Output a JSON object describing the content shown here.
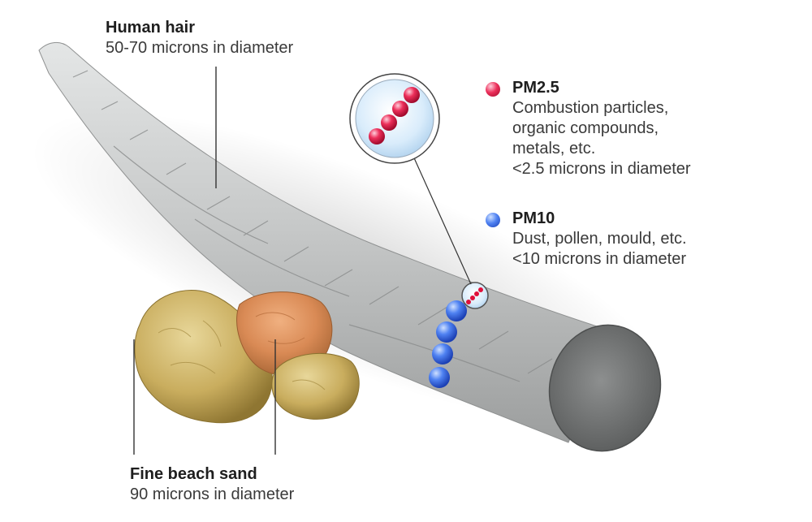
{
  "hair": {
    "title": "Human hair",
    "desc": "50-70 microns in diameter"
  },
  "pm25": {
    "title": "PM2.5",
    "lines": [
      "Combustion particles,",
      "organic compounds,",
      "metals, etc.",
      "<2.5 microns in diameter"
    ],
    "color": "#e0103a"
  },
  "pm10": {
    "title": "PM10",
    "lines": [
      "Dust, pollen, mould, etc.",
      "<10 microns in diameter"
    ],
    "color": "#2f63e6"
  },
  "sand": {
    "title": "Fine beach sand",
    "desc": "90 microns in diameter"
  },
  "colors": {
    "hair": "#c9cbcb",
    "sand": "#cbb06a",
    "sand_orange": "#d68850",
    "leader_line": "#333333"
  }
}
